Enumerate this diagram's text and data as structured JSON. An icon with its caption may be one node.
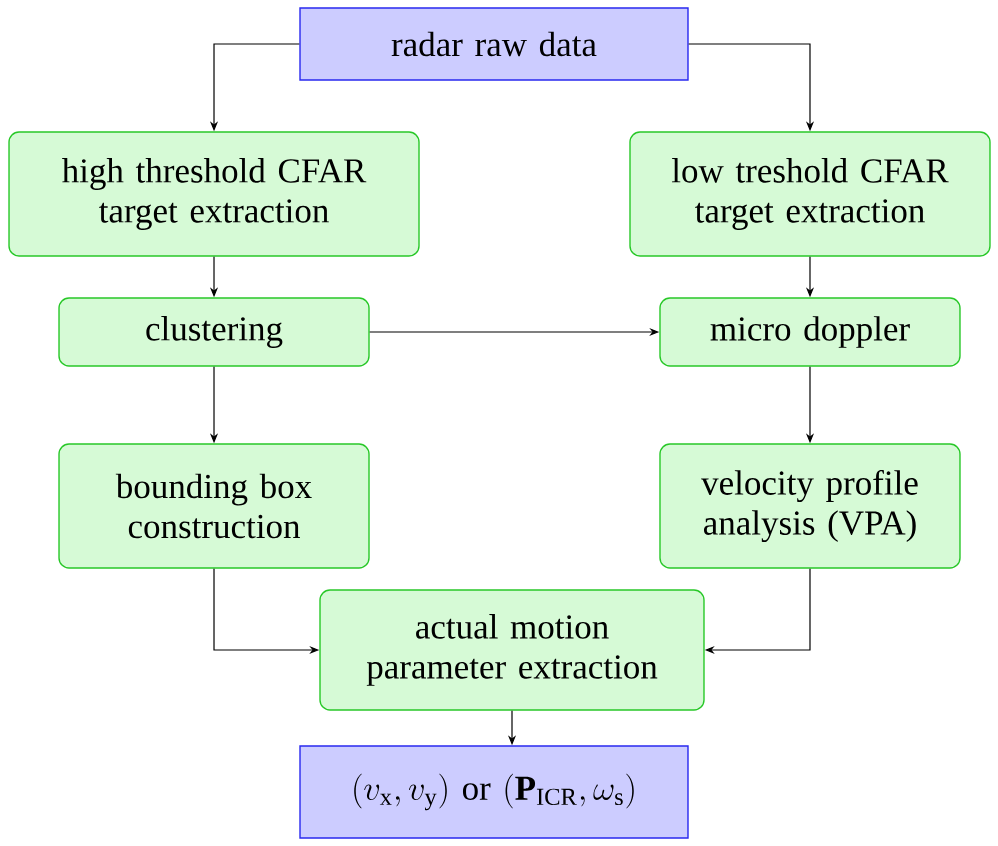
{
  "diagram": {
    "nodes": [
      {
        "text": [
          "radar raw data"
        ]
      },
      {
        "text": [
          "high threshold CFAR target extraction"
        ]
      },
      {
        "text": [
          "low treshold CFAR target extraction"
        ]
      },
      {
        "text": [
          "clustering"
        ]
      },
      {
        "text": [
          "micro doppler"
        ]
      },
      {
        "text": [
          "bounding box construction"
        ]
      },
      {
        "text": [
          "velocity profile analysis (VPA)"
        ]
      },
      {
        "text": [
          "actual motion parameter extraction"
        ]
      },
      {
        "text": [
          "(v_\\mathrm{x}, v_\\mathrm{y})\\text{ or }(\\mathbf{P}_\\mathrm{ICR}, \\omega_\\mathrm{s})"
        ]
      }
    ],
    "edges": [
      {
        "from": 0,
        "to": 1,
        "arrow": "to"
      },
      {
        "from": 0,
        "to": 2,
        "arrow": "to"
      },
      {
        "from": 1,
        "to": 3,
        "arrow": "to"
      },
      {
        "from": 2,
        "to": 4,
        "arrow": "to"
      },
      {
        "from": 3,
        "to": 4,
        "arrow": "to"
      },
      {
        "from": 3,
        "to": 5,
        "arrow": "to"
      },
      {
        "from": 4,
        "to": 6,
        "arrow": "to"
      },
      {
        "from": 5,
        "to": 7,
        "arrow": "to"
      },
      {
        "from": 6,
        "to": 7,
        "arrow": "to"
      },
      {
        "from": 7,
        "to": 8,
        "arrow": "to"
      }
    ]
  }
}
